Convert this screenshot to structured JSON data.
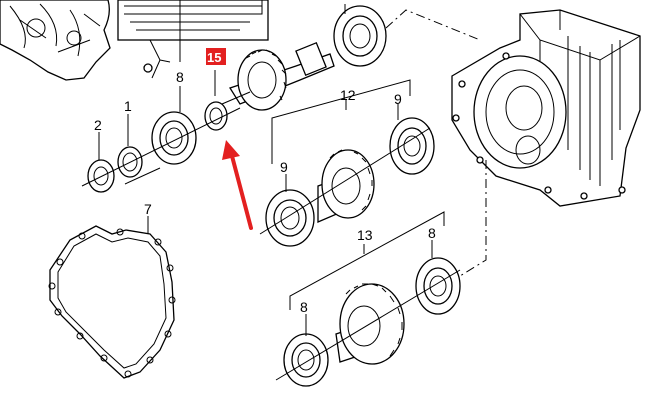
{
  "labels": {
    "p1": "1",
    "p2": "2",
    "p7": "7",
    "p8a": "8",
    "p8b": "8",
    "p8c": "8",
    "p9a": "9",
    "p9b": "9",
    "p12": "12",
    "p13": "13",
    "p15": "15"
  },
  "colors": {
    "highlight": "#e32020",
    "arrow": "#e32020",
    "ink": "#000000"
  },
  "icons": {
    "arrow": "red-arrow-pointing-to-part-15"
  }
}
